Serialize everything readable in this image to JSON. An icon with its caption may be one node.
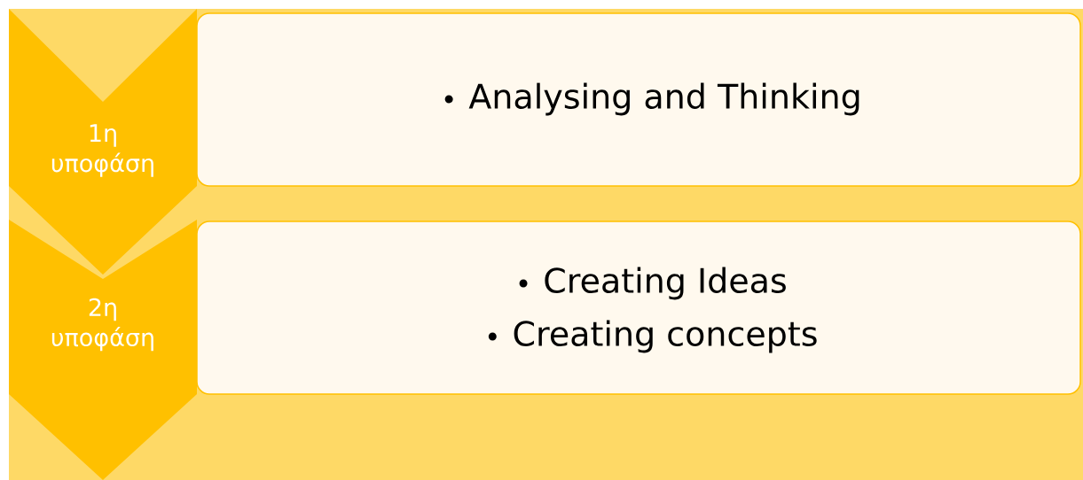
{
  "diagram": {
    "nodes": [
      {
        "text": [
          "1η υποφάση"
        ]
      },
      {
        "text": [
          "Analysing and Thinking"
        ]
      },
      {
        "text": [
          "2η υποφάση"
        ]
      },
      {
        "text": [
          "Creating Ideas",
          "Creating concepts"
        ]
      }
    ]
  }
}
